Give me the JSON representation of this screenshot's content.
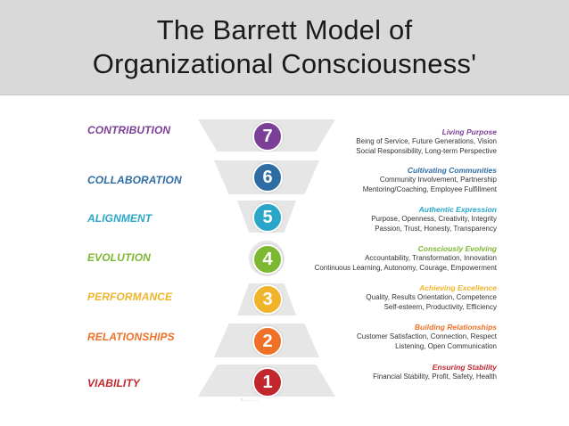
{
  "title": {
    "line1": "The Barrett Model of",
    "line2": "Organizational Consciousness'"
  },
  "levels": [
    {
      "number": "7",
      "label": "CONTRIBUTION",
      "color": "#7b3f98",
      "heading": "Living Purpose",
      "line1": "Being of Service, Future Generations, Vision",
      "line2": "Social Responsibility, Long-term Perspective"
    },
    {
      "number": "6",
      "label": "COLLABORATION",
      "color": "#2e6da4",
      "heading": "Cultivating Communities",
      "line1": "Community Involvement, Partnership",
      "line2": "Mentoring/Coaching, Employee Fulfillment"
    },
    {
      "number": "5",
      "label": "ALIGNMENT",
      "color": "#2aa6c9",
      "heading": "Authentic Expression",
      "line1": "Purpose, Openness, Creativity, Integrity",
      "line2": "Passion, Trust, Honesty, Transparency"
    },
    {
      "number": "4",
      "label": "EVOLUTION",
      "color": "#7db832",
      "heading": "Consciously Evolving",
      "line1": "Accountability, Transformation, Innovation",
      "line2": "Continuous  Learning, Autonomy, Courage, Empowerment"
    },
    {
      "number": "3",
      "label": "PERFORMANCE",
      "color": "#f0b42a",
      "heading": "Achieving Excellence",
      "line1": "Quality, Results Orientation, Competence",
      "line2": "Self-esteem, Productivity, Efficiency"
    },
    {
      "number": "2",
      "label": "RELATIONSHIPS",
      "color": "#ee7127",
      "heading": "Building Relationships",
      "line1": "Customer Satisfaction, Connection, Respect",
      "line2": "Listening, Open Communication"
    },
    {
      "number": "1",
      "label": "VIABILITY",
      "color": "#c1272d",
      "heading": "Ensuring Stability",
      "line1": "Financial Stability, Profit, Safety, Health",
      "line2": ""
    }
  ],
  "colors": {
    "title_bar": "#d9d9d9",
    "trapezoid": "#e6e6e6"
  }
}
